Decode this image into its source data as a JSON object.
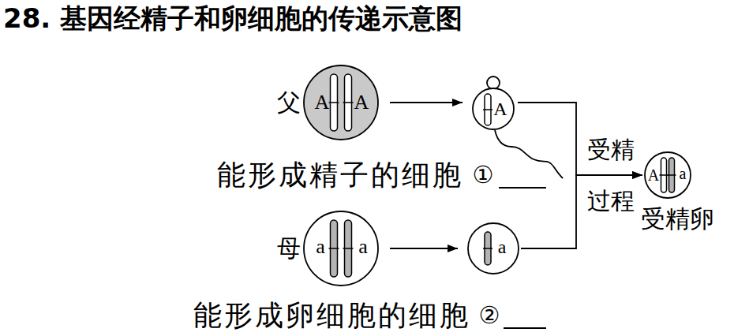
{
  "diagram": {
    "title": "28. 基因经精子和卵细胞的传递示意图",
    "nodes": [
      {
        "text": [
          "父",
          "A",
          "A"
        ]
      },
      {
        "text": [
          "A"
        ]
      },
      {
        "text": [
          "母",
          "a",
          "a"
        ]
      },
      {
        "text": [
          "a"
        ]
      },
      {
        "text": [
          "A",
          "a",
          "受精卵"
        ]
      }
    ],
    "edges": [
      {
        "from": 0,
        "to": 1,
        "arrow": "to"
      },
      {
        "from": 2,
        "to": 3,
        "arrow": "to"
      },
      {
        "from": 1,
        "to": 4,
        "label": "受精 过程",
        "arrow": "to"
      },
      {
        "from": 3,
        "to": 4,
        "arrow": "to"
      }
    ],
    "labels": [
      "能形成精子的细胞",
      "①",
      "能形成卵细胞的细胞",
      "②"
    ]
  }
}
